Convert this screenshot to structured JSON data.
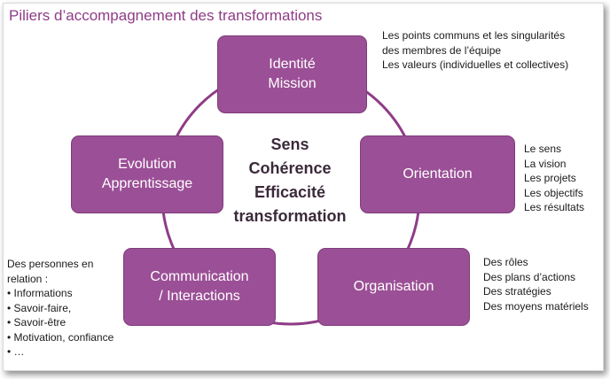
{
  "title": "Piliers d’accompagnement des transformations",
  "center": [
    "Sens",
    "Cohérence",
    "Efficacité",
    "transformation"
  ],
  "pillars": {
    "identite": [
      "Identité",
      "Mission"
    ],
    "orientation": [
      "Orientation"
    ],
    "organisation": [
      "Organisation"
    ],
    "communication": [
      "Communication",
      "/ Interactions"
    ],
    "evolution": [
      "Evolution",
      "Apprentissage"
    ]
  },
  "notes": {
    "identite": [
      "Les points communs et les singularités",
      "des membres de l’équipe",
      "Les valeurs (individuelles et collectives)"
    ],
    "orientation": [
      "Le sens",
      "La vision",
      "Les projets",
      "Les objectifs",
      "Les résultats"
    ],
    "organisation": [
      "Des rôles",
      "Des plans d’actions",
      "Des stratégies",
      "Des moyens matériels"
    ],
    "communication": [
      "Des personnes en",
      "relation :",
      "• Informations",
      "• Savoir-faire,",
      "• Savoir-être",
      "• Motivation, confiance",
      "• …"
    ]
  },
  "colors": {
    "box": "#9b4f96",
    "ring": "#8f3c87",
    "title": "#8f3c87"
  }
}
